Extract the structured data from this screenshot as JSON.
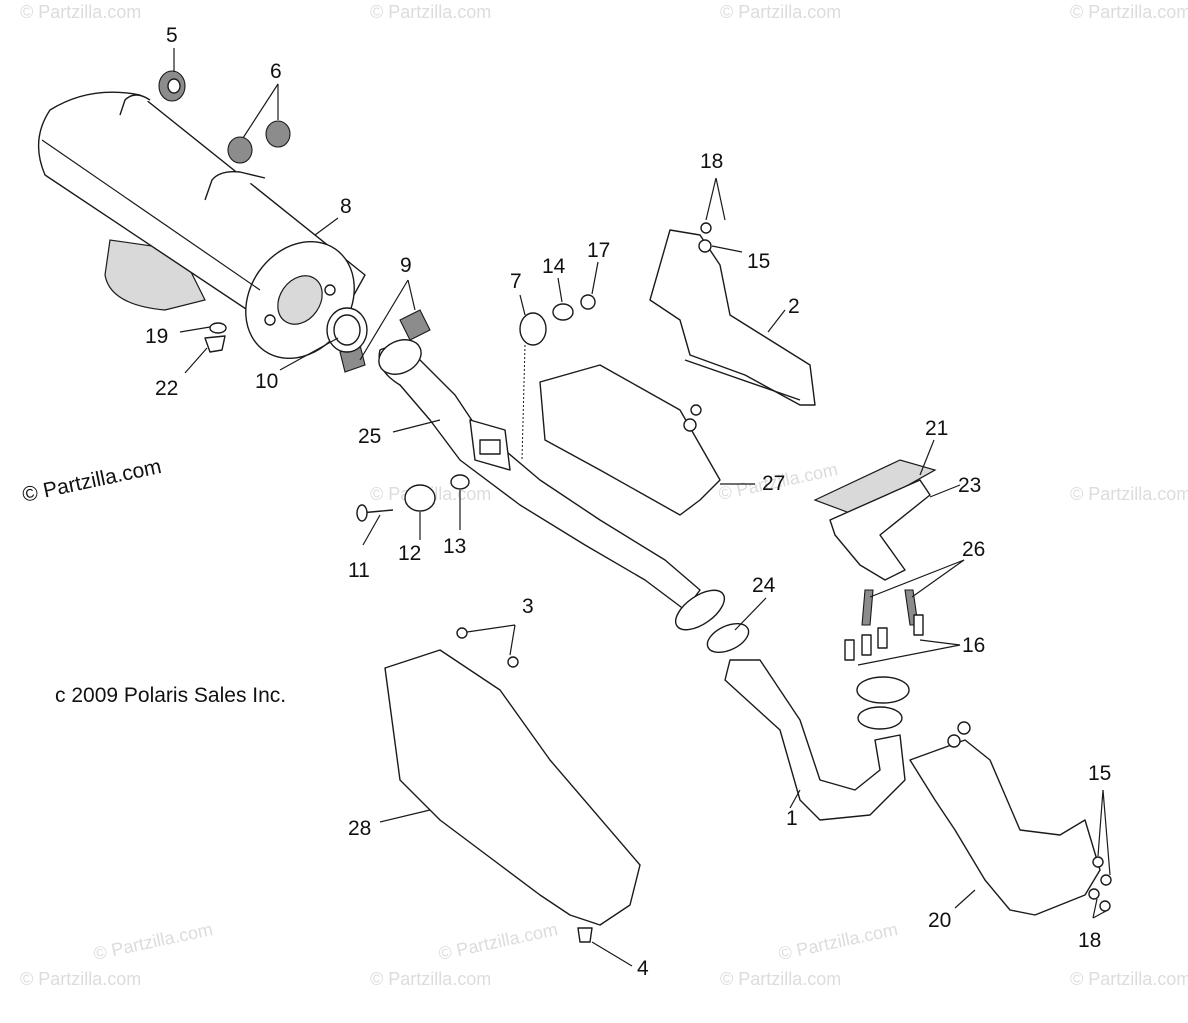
{
  "diagram": {
    "watermark": "© Partzilla.com",
    "site_mark": "© Partzilla.com",
    "copyright": "c 2009 Polaris Sales Inc.",
    "labels": {
      "p1": "1",
      "p2": "2",
      "p3": "3",
      "p4": "4",
      "p5": "5",
      "p6": "6",
      "p7": "7",
      "p8": "8",
      "p9": "9",
      "p10": "10",
      "p11": "11",
      "p12": "12",
      "p13": "13",
      "p14": "14",
      "p15a": "15",
      "p15b": "15",
      "p16": "16",
      "p17": "17",
      "p18a": "18",
      "p18b": "18",
      "p19": "19",
      "p20": "20",
      "p21": "21",
      "p22": "22",
      "p23": "23",
      "p24": "24",
      "p25": "25",
      "p26": "26",
      "p27": "27",
      "p28": "28"
    }
  }
}
